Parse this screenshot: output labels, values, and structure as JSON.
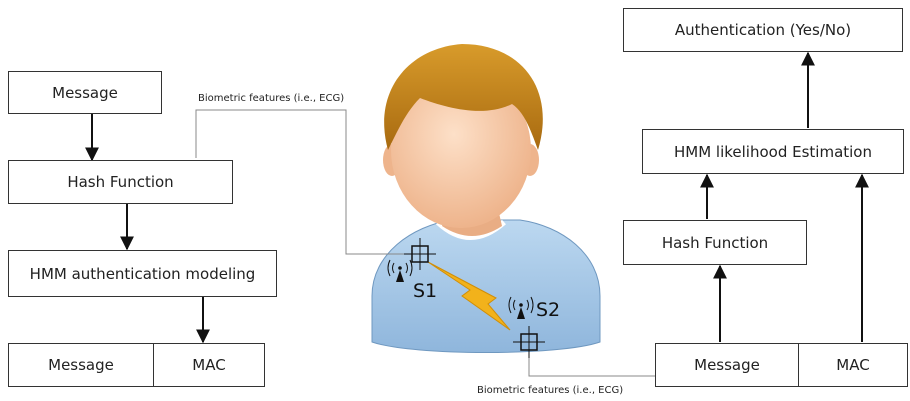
{
  "left": {
    "message": "Message",
    "hash_function": "Hash Function",
    "hmm_modeling": "HMM authentication modeling",
    "output": {
      "message": "Message",
      "mac": "MAC"
    },
    "biometric_label": "Biometric features (i.e., ECG)"
  },
  "right": {
    "authentication": "Authentication (Yes/No)",
    "hmm_estimation": "HMM likelihood Estimation",
    "hash_function": "Hash Function",
    "input": {
      "message": "Message",
      "mac": "MAC"
    },
    "biometric_label": "Biometric features (i.e., ECG)"
  },
  "sensors": {
    "s1": "S1",
    "s2": "S2"
  },
  "colors": {
    "hair": "#c98a1a",
    "skin": "#f6c9a6",
    "shirt": "#a9cbe8",
    "lightning": "#f2b21b"
  }
}
